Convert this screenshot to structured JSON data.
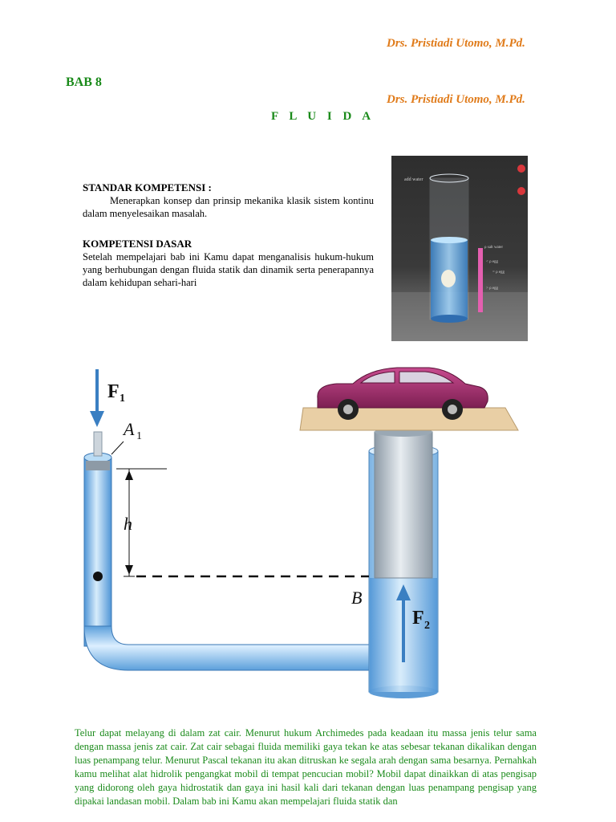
{
  "header": {
    "author_top": "Drs. Pristiadi Utomo, M.Pd.",
    "author_second": "Drs. Pristiadi Utomo, M.Pd.",
    "chapter": "BAB 8",
    "title": "F L U I D A"
  },
  "standar": {
    "heading": "STANDAR KOMPETENSI :",
    "text": "Menerapkan konsep dan prinsip mekanika klasik sistem kontinu dalam menyelesaikan masalah."
  },
  "kompetensi": {
    "heading": "KOMPETENSI DASAR",
    "text": "Setelah mempelajari bab ini Kamu dapat menganalisis hukum-hukum yang berhubungan dengan fluida statik dan dinamik serta penerapannya dalam kehidupan sehari-hari"
  },
  "photo": {
    "label_salt_water": "add water",
    "label_rho_salt": "ρ salt water",
    "label_lt": "< ρ egg",
    "label_eq": "= ρ egg",
    "label_gt": "> ρ egg"
  },
  "diagram": {
    "label_f1": "F",
    "label_f1_sub": "1",
    "label_a1": "A",
    "label_a1_sub": "1",
    "label_h": "h",
    "label_b": "B",
    "label_f2": "F",
    "label_f2_sub": "2"
  },
  "paragraph": "Telur dapat melayang di dalam zat cair. Menurut hukum Archimedes pada keadaan itu massa jenis telur sama dengan massa jenis zat cair. Zat cair sebagai fluida memiliki gaya tekan ke atas sebesar tekanan dikalikan dengan luas penampang telur. Menurut Pascal tekanan itu akan ditruskan ke segala arah dengan sama besarnya. Pernahkah kamu melihat alat hidrolik pengangkat mobil di tempat pencucian mobil? Mobil dapat dinaikkan di atas pengisap yang didorong oleh gaya hidrostatik dan gaya ini hasil kali dari tekanan dengan luas penampang pengisap yang dipakai landasan mobil. Dalam bab ini Kamu akan mempelajari fluida statik dan"
}
